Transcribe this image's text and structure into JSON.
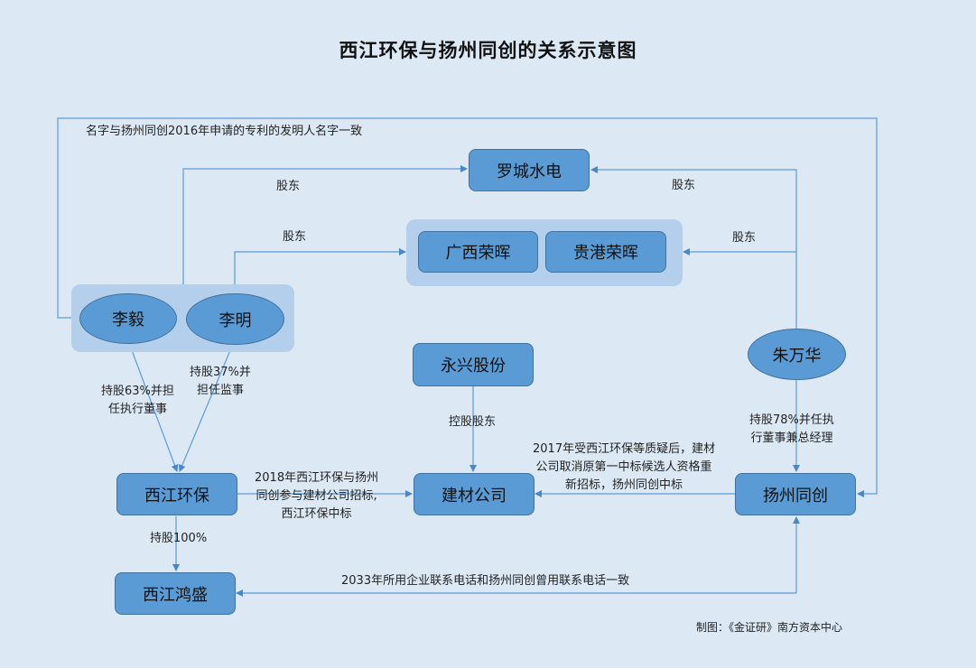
{
  "title": "西江环保与扬州同创的关系示意图",
  "nodes": {
    "luocheng": "罗城水电",
    "guangxi": "广西荣晖",
    "guigang": "贵港荣晖",
    "liyi": "李毅",
    "liming": "李明",
    "zhuwanhua": "朱万华",
    "yongxing": "永兴股份",
    "xijiang": "西江环保",
    "jiancai": "建材公司",
    "yangzhou": "扬州同创",
    "hongsheng": "西江鸿盛"
  },
  "labels": {
    "inventor_name": "名字与扬州同创2016年申请的专利的发明人名字一致",
    "shareholder_1": "股东",
    "shareholder_2": "股东",
    "shareholder_3": "股东",
    "shareholder_4": "股东",
    "liyi_hold": [
      "持股63%并担",
      "任执行董事"
    ],
    "liming_hold": [
      "持股37%并",
      "担任监事"
    ],
    "holding_share": "控股股东",
    "zhu_hold": [
      "持股78%并任执",
      "行董事兼总经理"
    ],
    "bid_2018": [
      "2018年西江环保与扬州",
      "同创参与建材公司招标,",
      "西江环保中标"
    ],
    "bid_2017": [
      "2017年受西江环保等质疑后，建材",
      "公司取消原第一中标候选人资格重",
      "新招标，扬州同创中标"
    ],
    "hold_100": "持股100%",
    "phone_same": "2033年所用企业联系电话和扬州同创曾用联系电话一致"
  },
  "credit": "制图：《金证研》南方资本中心"
}
